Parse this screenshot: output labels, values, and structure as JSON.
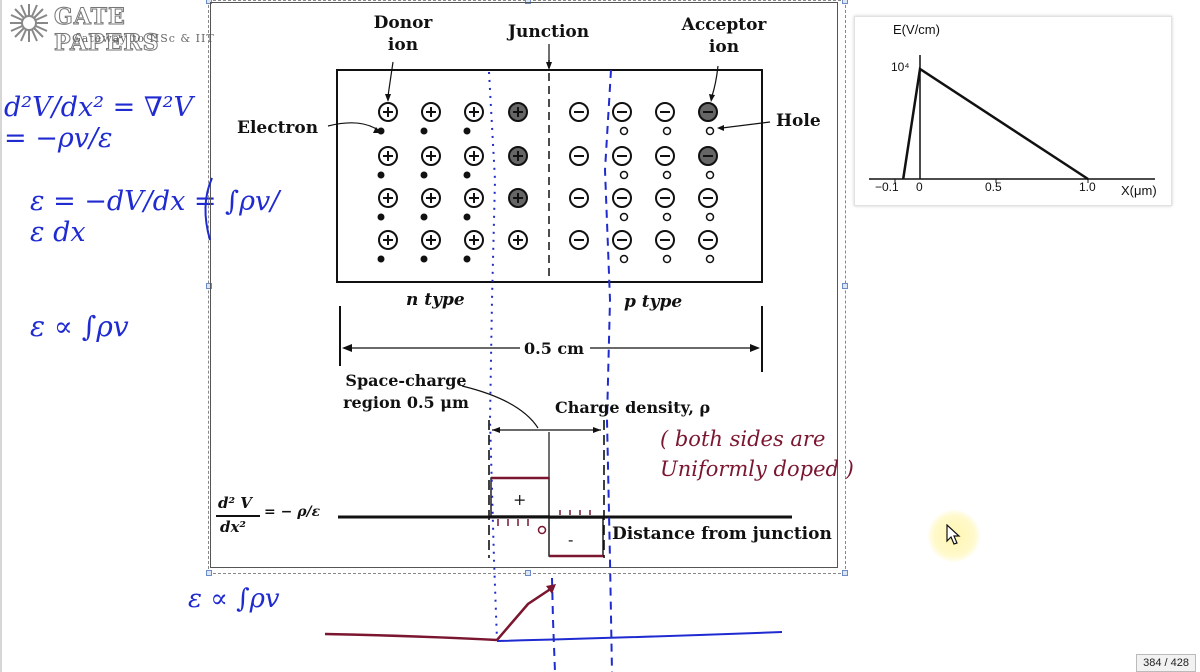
{
  "logo": {
    "title": "GATE PAPERS",
    "tagline": "Gateway to IISc & IIT"
  },
  "figure": {
    "labels": {
      "donor_ion": "Donor ion",
      "junction": "Junction",
      "acceptor_ion": "Acceptor ion",
      "electron": "Electron",
      "hole": "Hole",
      "n_type": "n type",
      "p_type": "p type",
      "width": "0.5 cm",
      "space_charge": "Space-charge region 0.5 μm",
      "charge_density": "Charge density, ρ",
      "distance": "Distance from junction",
      "plus": "+",
      "minus": "-"
    },
    "equation": {
      "lhs_num": "d² V",
      "lhs_den": "dx²",
      "rhs": "= − ρ/ε"
    }
  },
  "handwriting": {
    "eq1": "d²V/dx² = ∇²V = −ρv/ε",
    "eq2": "ε = −dV/dx = ∫ρv/ε dx",
    "eq3": "ε ∝ ∫ρv",
    "eq4": "ε ∝ ∫ρv",
    "note": "( both sides are Uniformly doped )"
  },
  "inset_chart": {
    "ylabel": "E(V/cm)",
    "y_tick": "10⁴",
    "x_ticks": [
      "−0.1",
      "0",
      "0.5",
      "1.0"
    ],
    "xlabel": "X(μm)"
  },
  "page_counter": "384 / 428",
  "colors": {
    "ink_blue": "#1f2bd1",
    "ink_maroon": "#7a1630",
    "frame": "#555555"
  }
}
